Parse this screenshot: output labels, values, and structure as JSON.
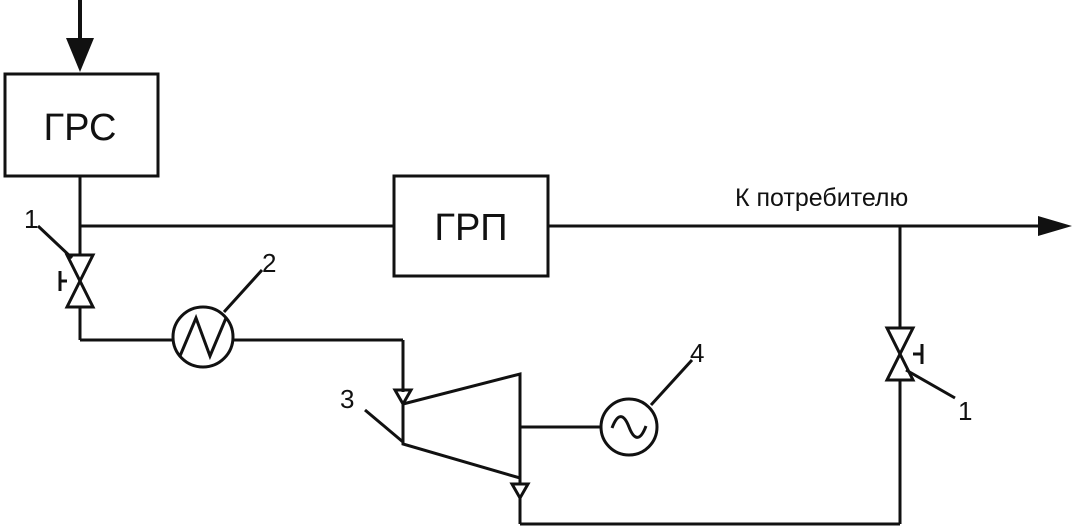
{
  "diagram": {
    "blocks": {
      "grs": "ГРС",
      "grp": "ГРП"
    },
    "consumer_label": "К потребителю",
    "callouts": {
      "valve_left": "1",
      "heater": "2",
      "turbine": "3",
      "generator": "4",
      "valve_right": "1"
    }
  }
}
